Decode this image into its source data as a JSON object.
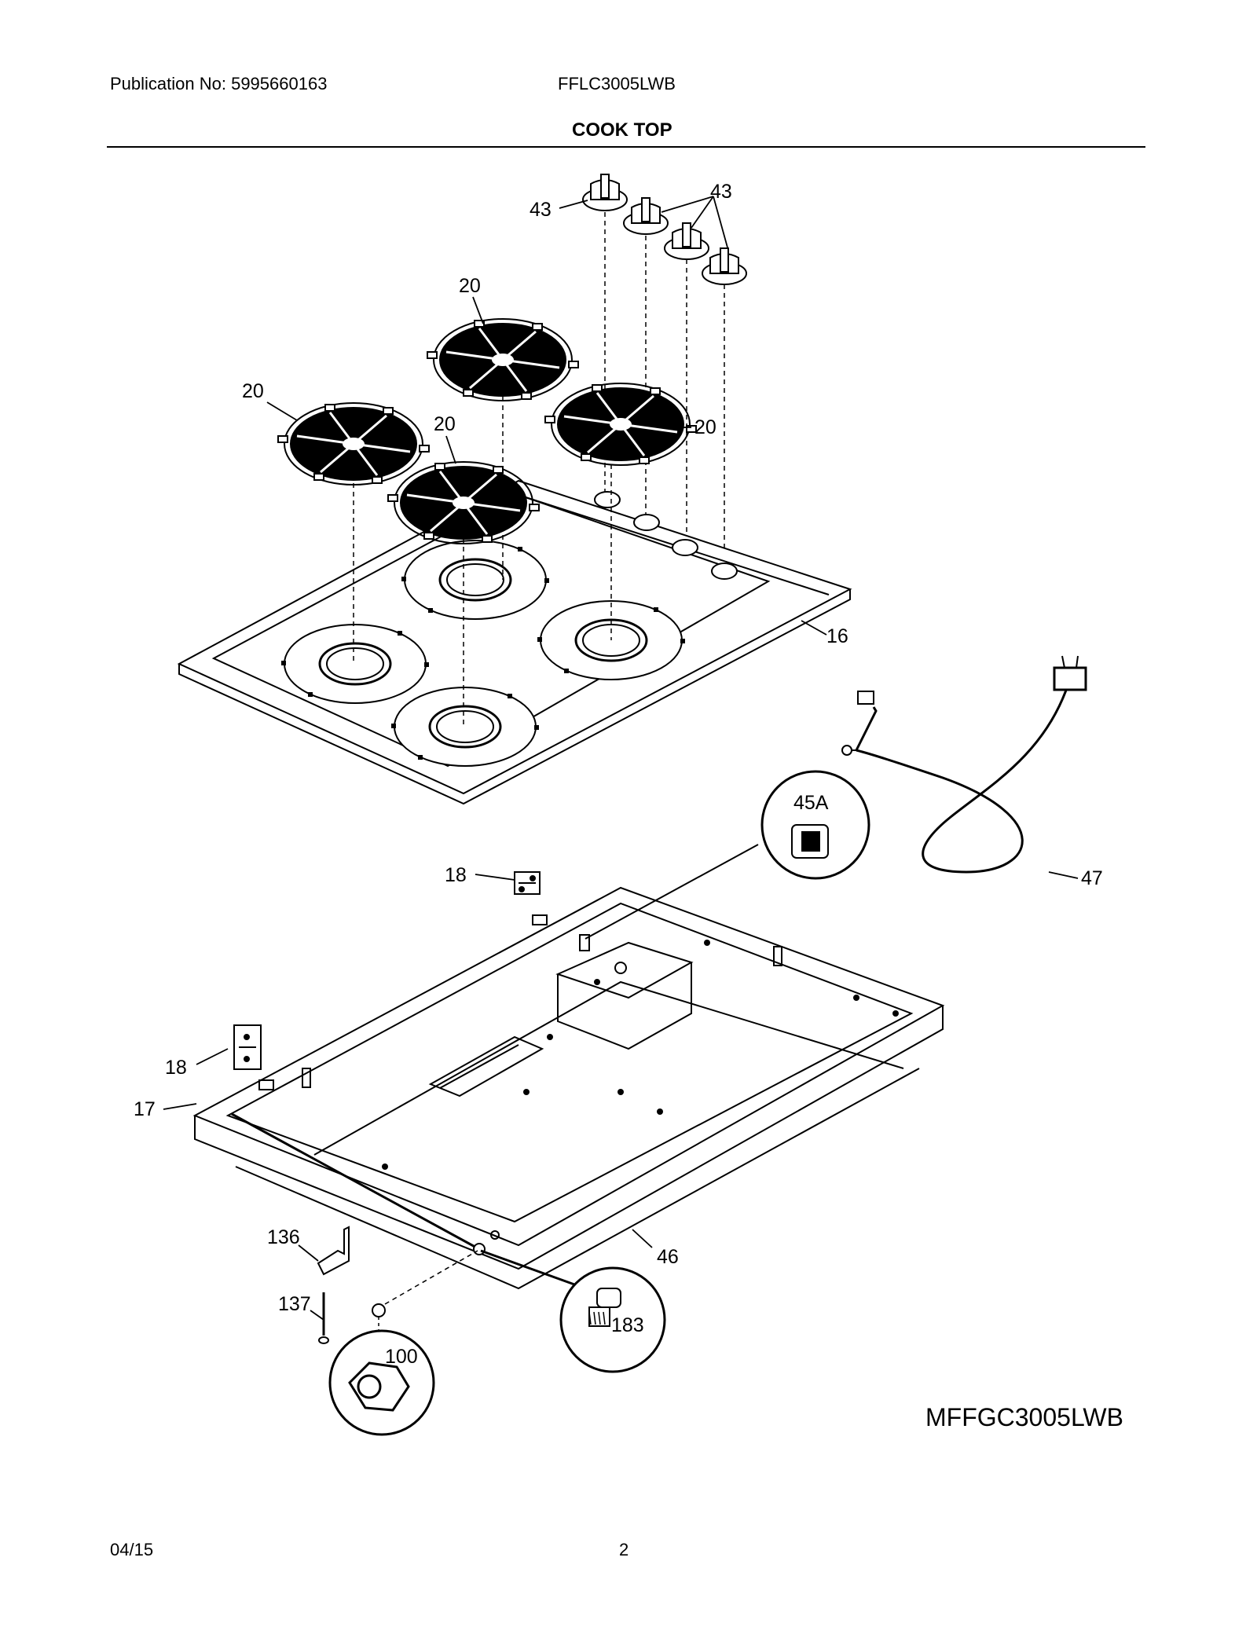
{
  "header": {
    "publication": "Publication No: 5995660163",
    "model": "FFLC3005LWB",
    "section": "COOK TOP"
  },
  "callouts": {
    "knob_a": "43",
    "knob_b": "43",
    "grate_back": "20",
    "grate_left": "20",
    "grate_front": "20",
    "grate_right": "20",
    "cooktop": "16",
    "inset_switch": "45A",
    "power_cord": "47",
    "hinge_top": "18",
    "hinge_left": "18",
    "burner_box": "17",
    "bracket": "136",
    "screw": "137",
    "nut": "100",
    "bolt": "183",
    "box_bottom": "46"
  },
  "variant_model": "MFFGC3005LWB",
  "footer": {
    "date": "04/15",
    "page": "2"
  }
}
